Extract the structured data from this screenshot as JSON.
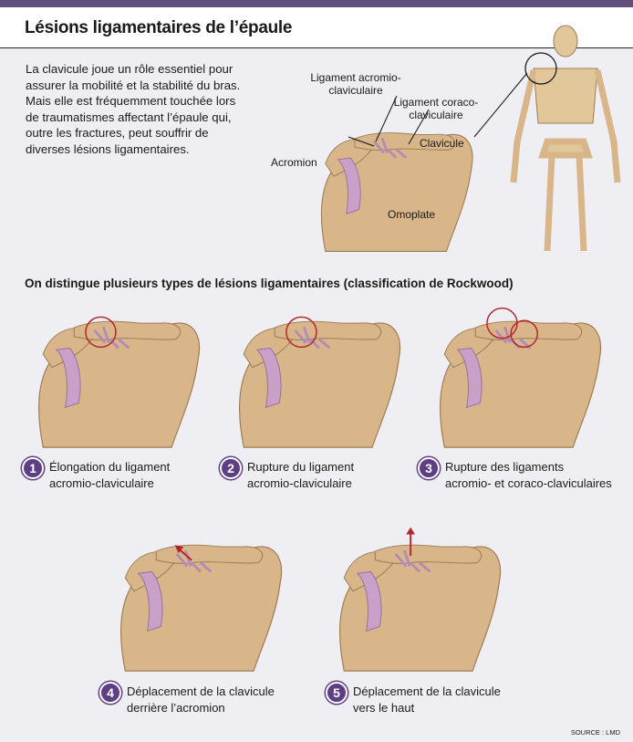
{
  "title": "Lésions ligamentaires de l’épaule",
  "intro": "La clavicule joue un rôle essentiel pour assurer la mobilité et la stabilité du bras. Mais elle est fréquemment touchée lors de traumatismes affectant l’épaule qui, outre les fractures, peut souffrir de diverses lésions ligamentaires.",
  "labels": {
    "lig_ac": "Ligament acromio-claviculaire",
    "lig_cc": "Ligament coraco-claviculaire",
    "clavicule": "Clavicule",
    "acromion": "Acromion",
    "omoplate": "Omoplate"
  },
  "section_title": "On distingue plusieurs types de lésions ligamentaires (classification de Rockwood)",
  "types": [
    {
      "num": "1",
      "line1": "Élongation du ligament",
      "line2": "acromio-claviculaire"
    },
    {
      "num": "2",
      "line1": "Rupture du ligament",
      "line2": "acromio-claviculaire"
    },
    {
      "num": "3",
      "line1": "Rupture des ligaments",
      "line2": "acromio- et coraco-claviculaires"
    },
    {
      "num": "4",
      "line1": "Déplacement de la clavicule",
      "line2": "derrière l’acromion"
    },
    {
      "num": "5",
      "line1": "Déplacement de la clavicule",
      "line2": "vers le haut"
    }
  ],
  "source": "SOURCE : LMD",
  "colors": {
    "accent": "#5e3f85",
    "bar": "#5e4f7d",
    "bone": "#d8b68a",
    "ligament": "#c9a0c8",
    "circle": "#b0262c"
  }
}
